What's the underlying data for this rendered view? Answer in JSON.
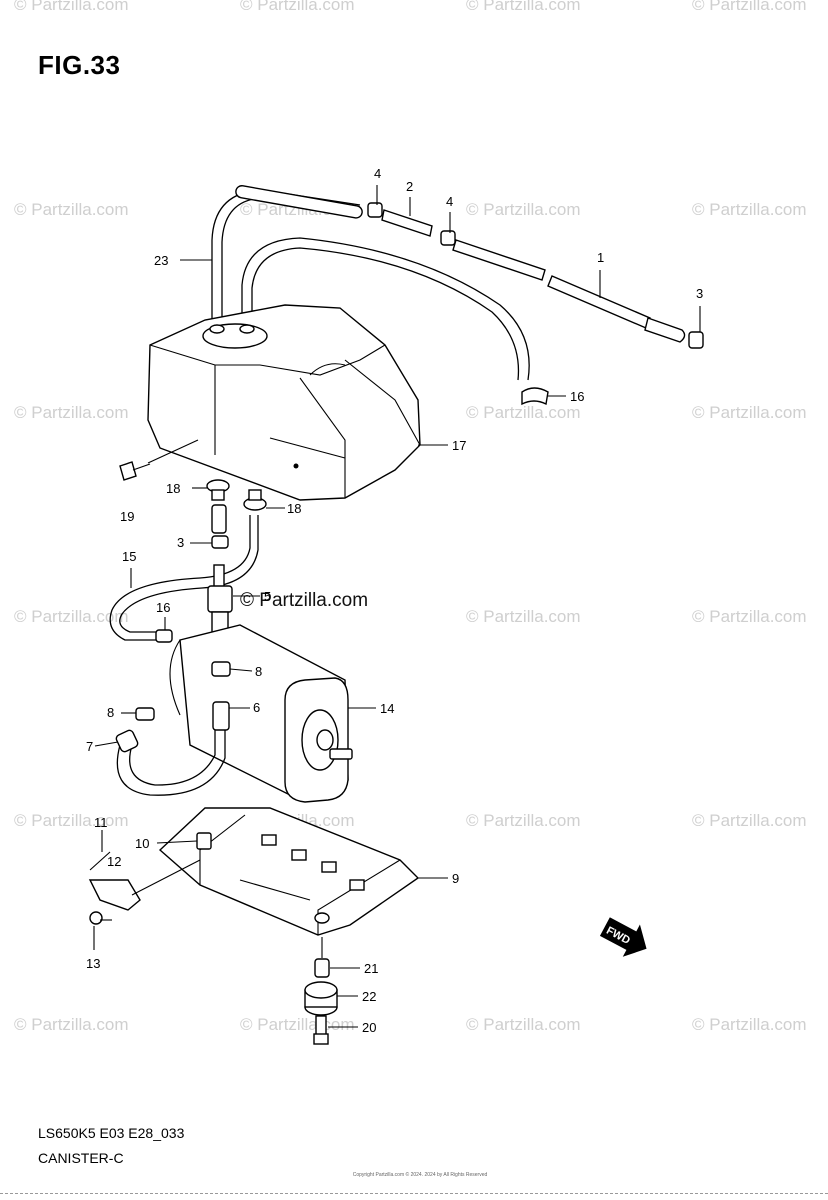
{
  "figure": {
    "title": "FIG.33",
    "model_code": "LS650K5 E03 E28_033",
    "section_name": "CANISTER-C",
    "copyright_small": "Copyright Partzilla.com © 2024. 2024 by All Rights Reserved"
  },
  "watermark": {
    "text": "© Partzilla.com",
    "prominent_text": "© Partzilla.com"
  },
  "fwd_badge": "FWD",
  "callouts": [
    {
      "id": "c1",
      "label": "1"
    },
    {
      "id": "c2",
      "label": "2"
    },
    {
      "id": "c3a",
      "label": "3"
    },
    {
      "id": "c3b",
      "label": "3"
    },
    {
      "id": "c4a",
      "label": "4"
    },
    {
      "id": "c4b",
      "label": "4"
    },
    {
      "id": "c5",
      "label": "5"
    },
    {
      "id": "c6",
      "label": "6"
    },
    {
      "id": "c7",
      "label": "7"
    },
    {
      "id": "c8a",
      "label": "8"
    },
    {
      "id": "c8b",
      "label": "8"
    },
    {
      "id": "c9",
      "label": "9"
    },
    {
      "id": "c10",
      "label": "10"
    },
    {
      "id": "c11",
      "label": "11"
    },
    {
      "id": "c12",
      "label": "12"
    },
    {
      "id": "c13",
      "label": "13"
    },
    {
      "id": "c14",
      "label": "14"
    },
    {
      "id": "c15",
      "label": "15"
    },
    {
      "id": "c16a",
      "label": "16"
    },
    {
      "id": "c16b",
      "label": "16"
    },
    {
      "id": "c17",
      "label": "17"
    },
    {
      "id": "c18a",
      "label": "18"
    },
    {
      "id": "c18b",
      "label": "18"
    },
    {
      "id": "c19",
      "label": "19"
    },
    {
      "id": "c20",
      "label": "20"
    },
    {
      "id": "c21",
      "label": "21"
    },
    {
      "id": "c22",
      "label": "22"
    },
    {
      "id": "c23",
      "label": "23"
    }
  ]
}
